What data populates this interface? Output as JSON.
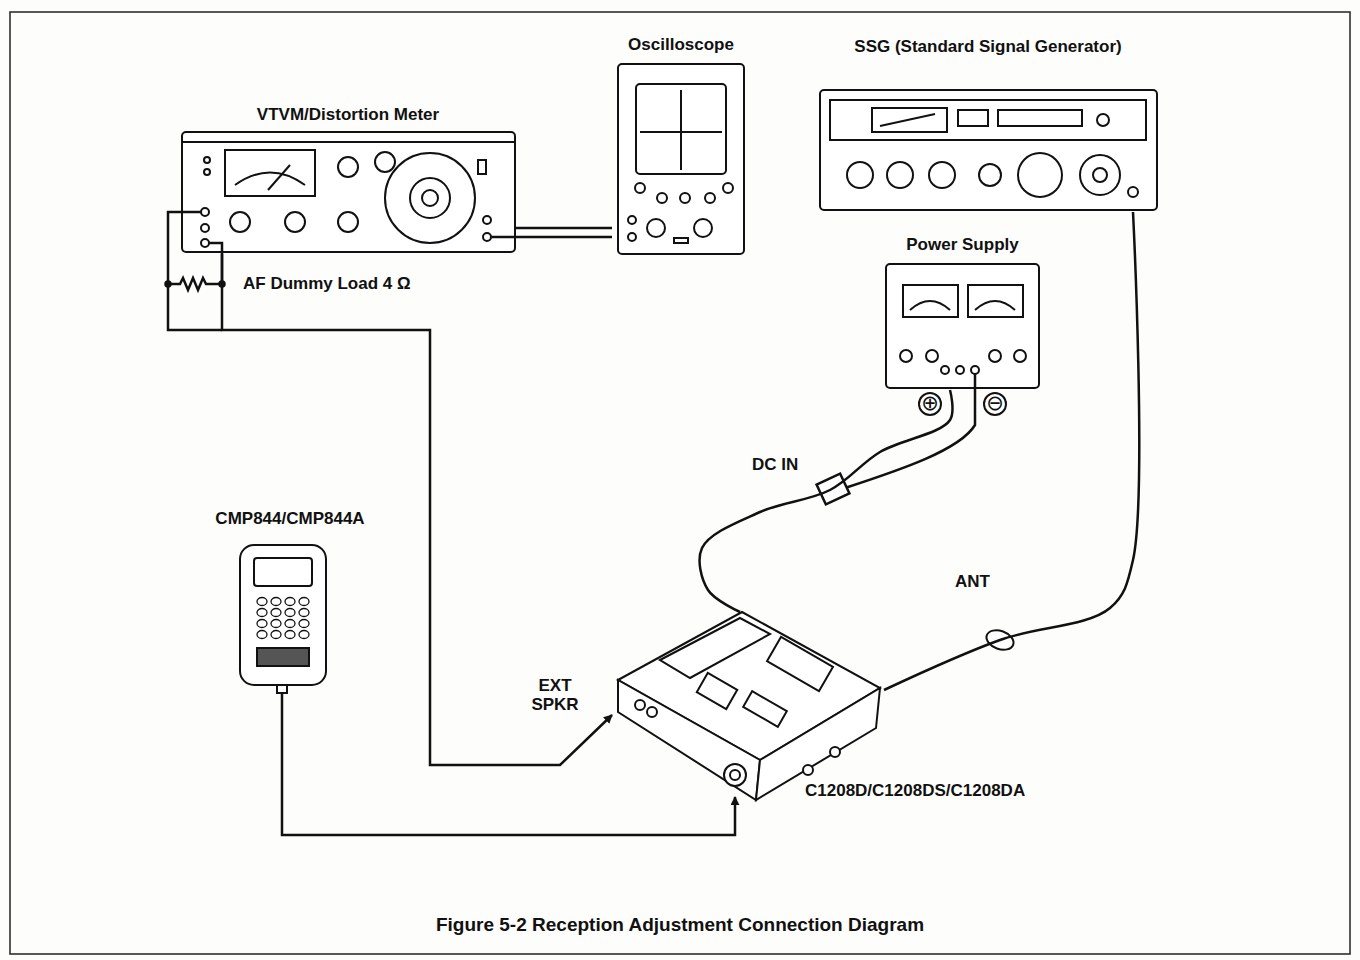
{
  "diagram": {
    "caption": "Figure 5-2 Reception Adjustment Connection Diagram",
    "nodes": [
      {
        "text": [
          "VTVM/Distortion Meter"
        ]
      },
      {
        "text": [
          "Oscilloscope"
        ]
      },
      {
        "text": [
          "SSG (Standard Signal Generator)"
        ]
      },
      {
        "text": [
          "Power Supply"
        ]
      },
      {
        "text": [
          "CMP844/CMP844A"
        ]
      },
      {
        "text": [
          "C1208D/C1208DS/C1208DA"
        ]
      }
    ],
    "edges": [
      {
        "from": 0,
        "to": 1,
        "arrow": "none"
      },
      {
        "from": 0,
        "to": 5,
        "label": "EXT SPKR",
        "arrow": "to"
      },
      {
        "from": 4,
        "to": 5,
        "arrow": "to"
      },
      {
        "from": 3,
        "to": 5,
        "label": "DC IN",
        "arrow": "none"
      },
      {
        "from": 2,
        "to": 5,
        "label": "ANT",
        "arrow": "none"
      }
    ],
    "labels": [
      "AF Dummy Load 4 Ω",
      "⊕",
      "⊖"
    ]
  }
}
